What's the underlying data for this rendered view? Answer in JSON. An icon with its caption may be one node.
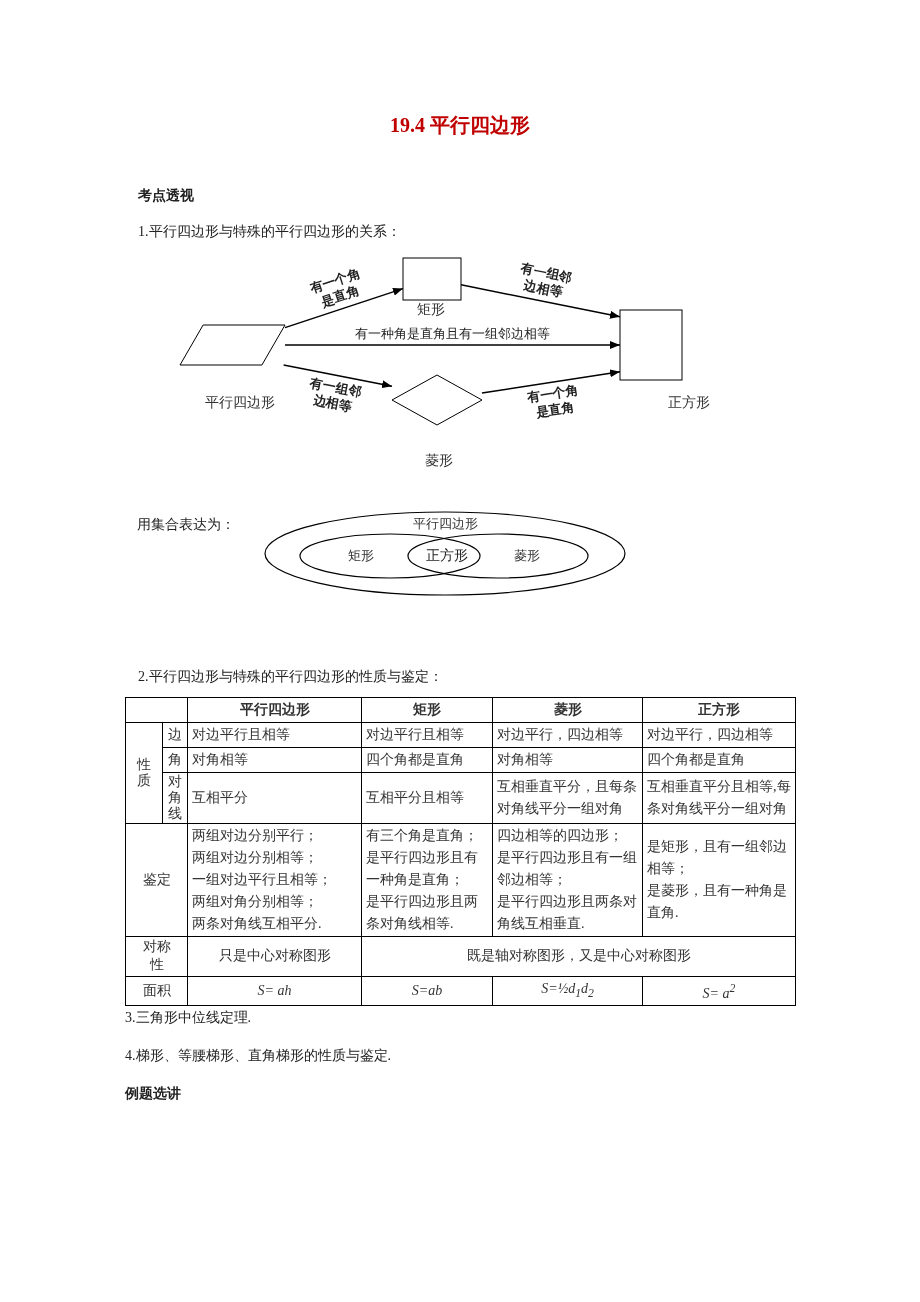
{
  "diagram": {
    "title": "19.4 平行四边形",
    "nodes": [
      {
        "text": [],
        "shape": "parallelogram",
        "beside": [
          "平行四边形"
        ]
      },
      {
        "text": [],
        "shape": "box",
        "beside": [
          "矩形"
        ]
      },
      {
        "text": [],
        "shape": "diamond",
        "beside": [
          "菱形"
        ]
      },
      {
        "text": [],
        "shape": "box",
        "beside": [
          "正方形"
        ]
      },
      {
        "text": [
          "平行四边形"
        ]
      },
      {
        "text": [
          "矩形"
        ],
        "in": 4
      },
      {
        "text": [
          "菱形"
        ],
        "in": 4
      }
    ],
    "edges": [
      {
        "from": 0,
        "to": 1,
        "arrow": "to",
        "label": "有一个角是直角"
      },
      {
        "from": 1,
        "to": 3,
        "arrow": "to",
        "label": "有一组邻边相等"
      },
      {
        "from": 0,
        "to": 3,
        "arrow": "to",
        "label": "有一种角是直角且有一组邻边相等"
      },
      {
        "from": 0,
        "to": 2,
        "arrow": "to",
        "label": "有一组邻边相等"
      },
      {
        "from": 2,
        "to": 3,
        "arrow": "to",
        "label": "有一个角是直角"
      }
    ],
    "labels": [
      "考点透视",
      "1.平行四边形与特殊的平行四边形的关系：",
      "用集合表达为：",
      "正方形",
      "2.平行四边形与特殊的平行四边形的性质与鉴定：",
      "平行四边形",
      "矩形",
      "菱形",
      "正方形",
      "性质",
      "边",
      "对边平行且相等",
      "对边平行且相等",
      "对边平行，四边相等",
      "对边平行，四边相等",
      "角",
      "对角相等",
      "四个角都是直角",
      "对角相等",
      "四个角都是直角",
      "对角线",
      "互相平分",
      "互相平分且相等",
      "互相垂直平分，且每条对角线平分一组对角",
      "互相垂直平分且相等,每条对角线平分一组对角",
      "鉴定",
      "两组对边分别平行；",
      "两组对边分别相等；",
      "一组对边平行且相等；",
      "两组对角分别相等；",
      "两条对角线互相平分.",
      "有三个角是直角；",
      "是平行四边形且有一种角是直角；",
      "是平行四边形且两条对角线相等.",
      "四边相等的四边形；",
      "是平行四边形且有一组邻边相等；",
      "是平行四边形且两条对角线互相垂直.",
      "是矩形，且有一组邻边相等；",
      "是菱形，且有一种角是直角.",
      "对称性",
      "只是中心对称图形",
      "既是轴对称图形，又是中心对称图形",
      "面积",
      "S= ah",
      "S=ab",
      "S=½d$_{1}$d$_{2}$",
      "S= a$^{2}$",
      "3.三角形中位线定理.",
      "4.梯形、等腰梯形、直角梯形的性质与鉴定.",
      "例题选讲"
    ]
  }
}
